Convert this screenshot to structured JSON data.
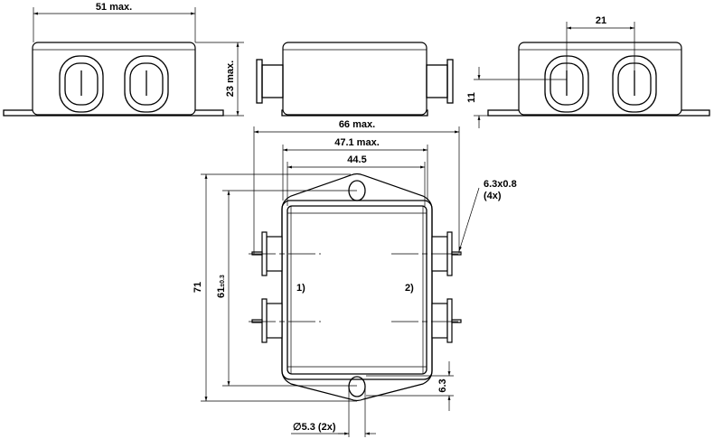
{
  "drawing": {
    "dimensions": {
      "width_top": "51 max.",
      "height_side": "23 max.",
      "connector_spacing": "21",
      "connector_height": "11",
      "overall_width": "66 max.",
      "body_width": "47.1 max.",
      "hole_spacing_width": "44.5",
      "terminal_size": "6.3x0.8",
      "terminal_count": "(4x)",
      "overall_length": "71",
      "hole_spacing": "61",
      "hole_spacing_tolerance": "±0.3",
      "hole_edge": "6.3",
      "hole_diameter": "∅5.3 (2x)"
    },
    "side_labels": {
      "left": "1)",
      "right": "2)"
    }
  }
}
